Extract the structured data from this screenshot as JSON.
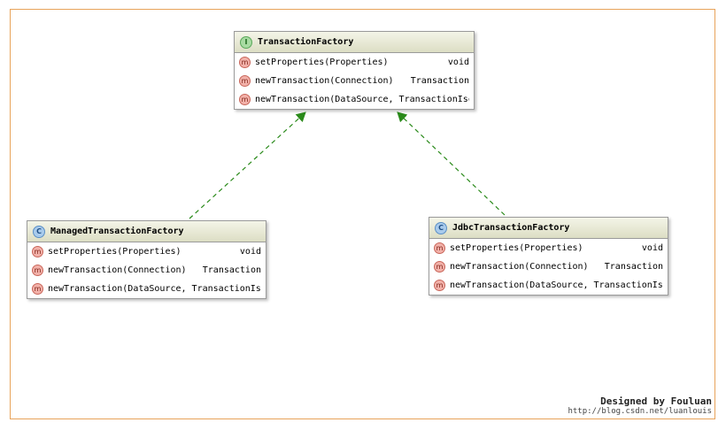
{
  "interface": {
    "badge": "I",
    "name": "TransactionFactory",
    "methods": [
      {
        "badge": "m",
        "signature": "setProperties(Properties)",
        "returns": "void"
      },
      {
        "badge": "m",
        "signature": "newTransaction(Connection)",
        "returns": "Transaction"
      },
      {
        "badge": "m",
        "signature": "newTransaction(DataSource, TransactionIso",
        "returns": ""
      }
    ]
  },
  "managed": {
    "badge": "C",
    "name": "ManagedTransactionFactory",
    "methods": [
      {
        "badge": "m",
        "signature": "setProperties(Properties)",
        "returns": "void"
      },
      {
        "badge": "m",
        "signature": "newTransaction(Connection)",
        "returns": "Transaction"
      },
      {
        "badge": "m",
        "signature": "newTransaction(DataSource, TransactionIso",
        "returns": ""
      }
    ]
  },
  "jdbc": {
    "badge": "C",
    "name": "JdbcTransactionFactory",
    "methods": [
      {
        "badge": "m",
        "signature": "setProperties(Properties)",
        "returns": "void"
      },
      {
        "badge": "m",
        "signature": "newTransaction(Connection)",
        "returns": "Transaction"
      },
      {
        "badge": "m",
        "signature": "newTransaction(DataSource, TransactionIso",
        "returns": ""
      }
    ]
  },
  "watermark": {
    "line1": "Designed by Fouluan",
    "line2": "http://blog.csdn.net/luanlouis"
  },
  "colors": {
    "arrow": "#2a8a1a",
    "frame": "#e8a35a"
  }
}
